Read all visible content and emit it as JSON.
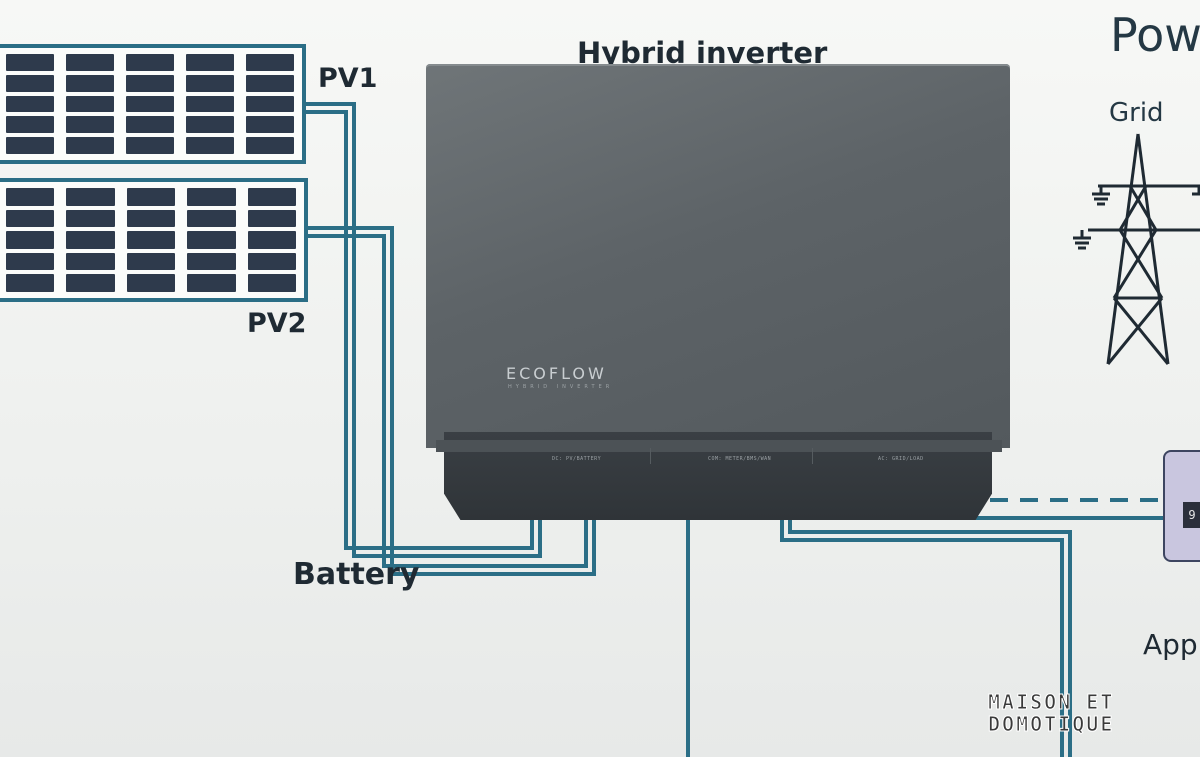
{
  "labels": {
    "hybrid_inverter": "Hybrid inverter",
    "pv1": "PV1",
    "pv2": "PV2",
    "battery": "Battery",
    "power": "Pow",
    "grid": "Grid",
    "appliances": "Appl"
  },
  "inverter": {
    "brand": "ECOFLOW",
    "subtitle": "HYBRID INVERTER",
    "ports": [
      "DC: PV/BATTERY",
      "COM: METER/BMS/WAN",
      "AC: GRID/LOAD"
    ]
  },
  "device": {
    "display": "9"
  },
  "watermark": {
    "line1": "MAISON ET",
    "line2": "DOMOTIQUE"
  },
  "colors": {
    "wire": "#2b6e86",
    "pv_cell": "#2e3a4c",
    "inverter_body": "#5d6367",
    "inverter_base": "#2f3438",
    "wall": "#f1f2f0",
    "device_body": "#c9c6df"
  }
}
